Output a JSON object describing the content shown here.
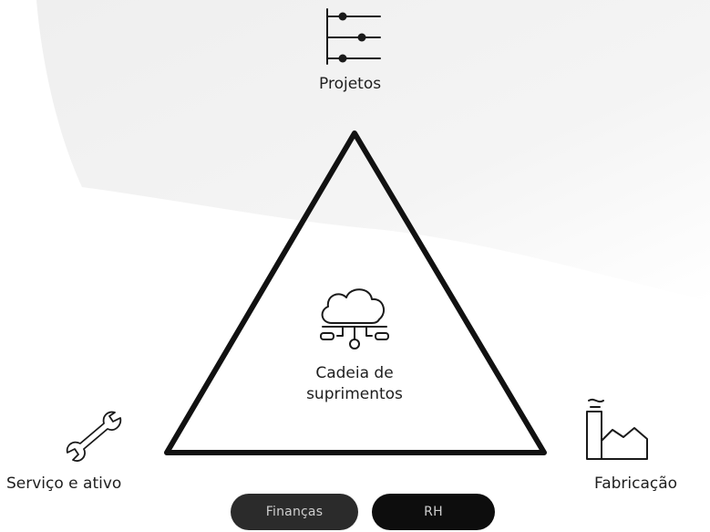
{
  "nodes": {
    "top": {
      "label": "Projetos",
      "icon": "sliders-icon"
    },
    "center": {
      "line1": "Cadeia de",
      "line2": "suprimentos",
      "icon": "cloud-network-icon"
    },
    "left": {
      "label": "Serviço e ativo",
      "icon": "wrench-icon"
    },
    "right": {
      "label": "Fabricação",
      "icon": "factory-icon"
    }
  },
  "buttons": {
    "financas": "Finanças",
    "rh": "RH"
  },
  "colors": {
    "stroke": "#1a1a1a",
    "pill_financas": "#2b2b2b",
    "pill_rh": "#0d0d0d",
    "pill_text": "#cfcfcf"
  }
}
